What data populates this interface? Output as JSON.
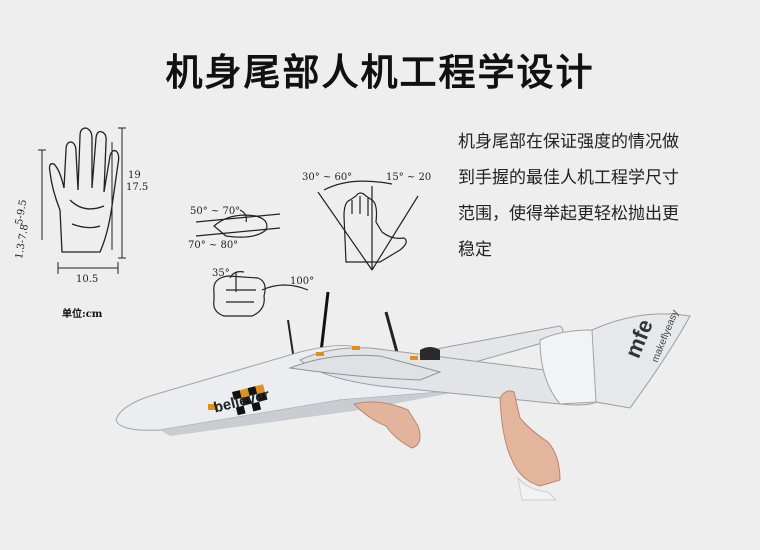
{
  "title": "机身尾部人机工程学设计",
  "description_lines": [
    "机身尾部在保证强度的情况做",
    "到手握的最佳人机工程学尺寸",
    "范围，使得举起更轻松抛出更",
    "稳定"
  ],
  "hand_dimensions": {
    "height_a": "19",
    "height_b": "17.5",
    "width": "10.5",
    "thumb_a": "5-9.5",
    "thumb_b": "1.3-7.8",
    "unit_label": "单位:cm"
  },
  "grip_angles": {
    "upper": "50° ~ 70°",
    "lower": "70° ~ 80°",
    "fist_small": "35°",
    "fist_large": "100°",
    "wrist_left": "30° ~ 60°",
    "wrist_right": "15° ~ 20"
  },
  "aircraft": {
    "wing_brand": "believer",
    "tail_logo": "mfe",
    "tail_text": "makeflyeasy"
  },
  "colors": {
    "background": "#eeeeee",
    "aircraft_body": "#e9ebee",
    "accent_orange": "#e0901a"
  }
}
